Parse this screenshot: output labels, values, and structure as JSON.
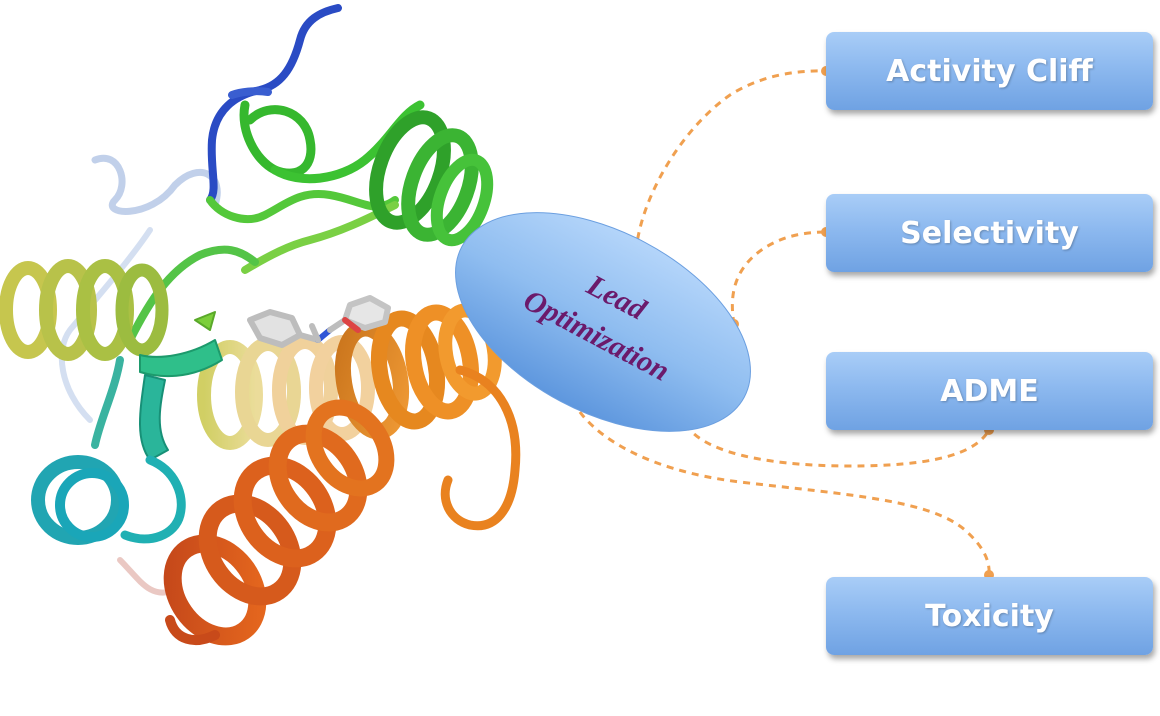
{
  "center": {
    "line1": "Lead",
    "line2": "Optimization"
  },
  "boxes": {
    "activity_cliff": "Activity Cliff",
    "selectivity": "Selectivity",
    "adme": "ADME",
    "toxicity": "Toxicity"
  },
  "colors": {
    "connector": "#f0a050",
    "center_text": "#6b1a6b",
    "box_top": "#a9cdf7",
    "box_bottom": "#6fa2e3"
  }
}
